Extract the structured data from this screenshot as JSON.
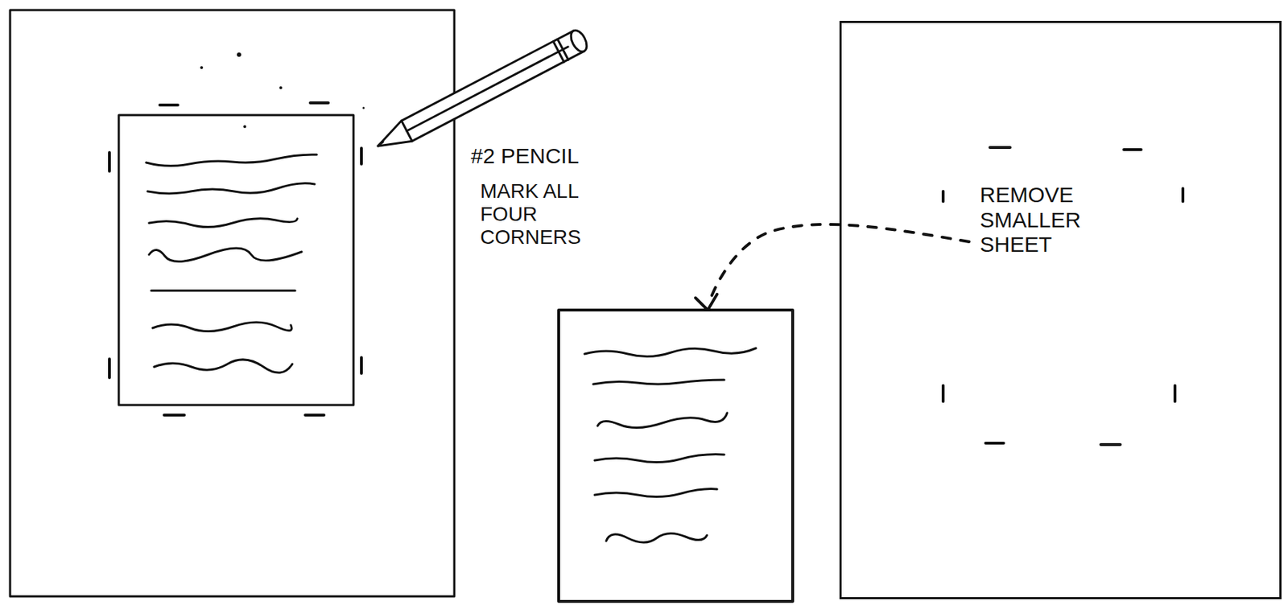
{
  "diagram": {
    "nodes": [
      {
        "text": [
          "REMOVE SMALLER SHEET"
        ]
      }
    ],
    "labels": [
      "#2 PENCIL",
      "MARK ALL FOUR CORNERS"
    ]
  }
}
